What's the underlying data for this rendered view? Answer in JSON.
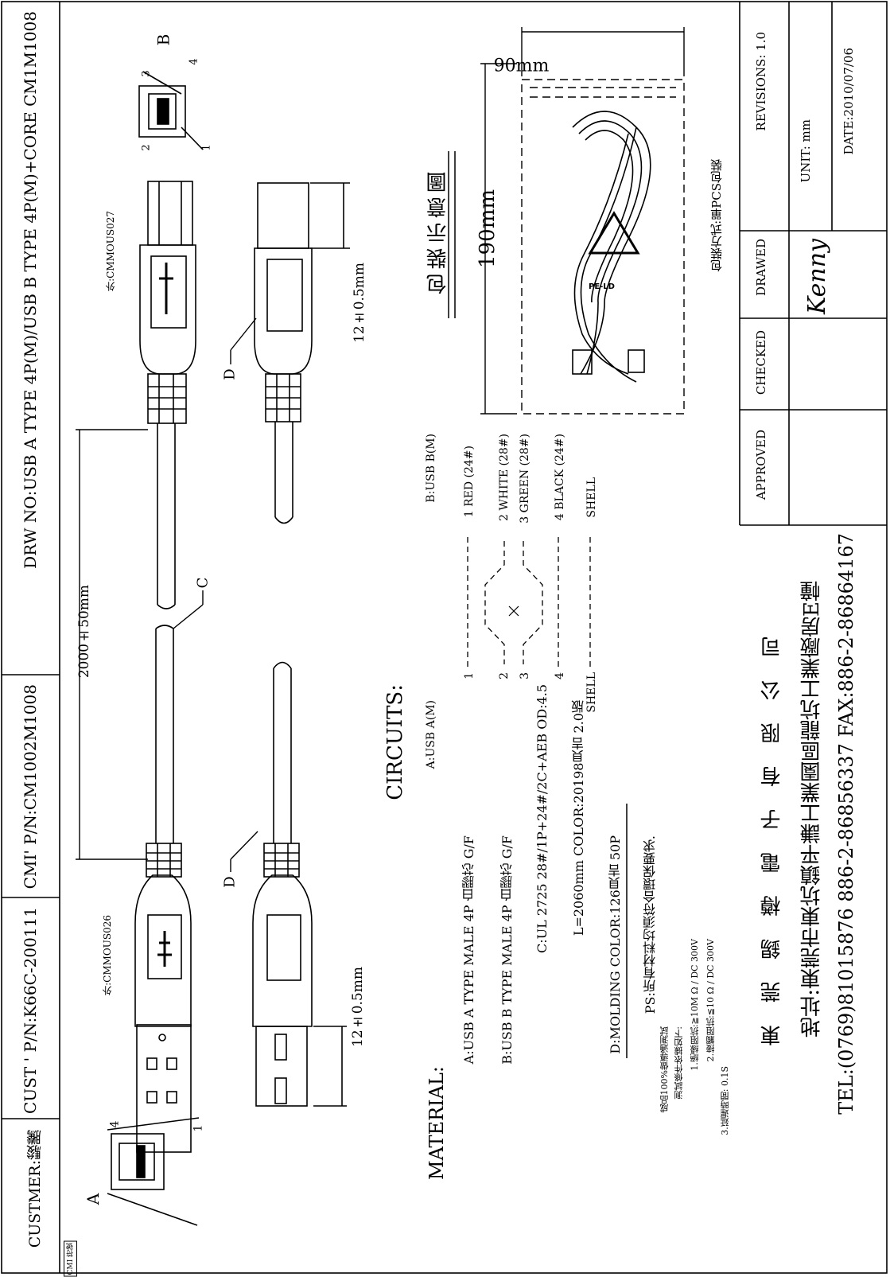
{
  "title_block": {
    "customer": "CUSTMER:駿騰",
    "cust_pn": "CUST ' P/N:K66C-200111",
    "cmi_pn": "CMI' P/N:CM1002M1008",
    "drw_no": "DRW NO:USB A TYPE 4P(M)/USB B TYPE 4P(M)+CORE CM1M1008"
  },
  "revision_block": {
    "approved_label": "APPROVED",
    "checked_label": "CHECKED",
    "drawed_label": "DRAWED",
    "revisions": "REVISIONS: 1.0",
    "unit": "UNIT: mm",
    "date": "DATE:2010/07/06",
    "drawer_signature": "Kenny"
  },
  "connectors": {
    "a_label": "A",
    "b_label": "B",
    "c_label": "C",
    "d_label": "D",
    "pin1": "1",
    "pin2": "2",
    "pin3": "3",
    "pin4": "4",
    "mold_a": "外:CMMOUS026",
    "mold_b": "外:CMMOUS027",
    "length": "2000±50mm",
    "dim_a": "12±0.5mm",
    "dim_b": "12±0.5mm",
    "corner_tag": "CMI 符號"
  },
  "material": {
    "heading": "MATERIAL:",
    "lines": [
      "A:USB A TYPE MALE 4P 白膠芯 G/F",
      "B:USB B TYPE MALE 4P 白膠芯 G/F",
      "C:UL 2725 28#/1P+24#/2C+AEB OD:4.5",
      "L=2060mm COLOR:20198貝吉 2.0版",
      "D:MOLDING COLOR:126貝吉 50P",
      "PS:所有材料均須符合環保要求."
    ],
    "test_lines": [
      "成品100%做導通測試",
      "測試條件依據如下:",
      "1.絕緣阻抗:≧10M Ω / DC 300V",
      "2.接觸阻抗:≦10 Ω / DC 300V",
      "3.延遲時間: 0.1S"
    ]
  },
  "circuits": {
    "heading": "CIRCUITS:",
    "left_header": "A:USB A(M)",
    "right_header": "B:USB B(M)",
    "left_pins": [
      "1",
      "2",
      "3",
      "4",
      "SHELL"
    ],
    "right_pins": [
      "1 RED (24#)",
      "2 WHITE (28#)",
      "3 GREEN (28#)",
      "4 BLACK (24#)",
      "SHELL"
    ]
  },
  "packaging": {
    "title": "包裝示意圖",
    "height": "190mm",
    "width": "90mm",
    "method": "包裝方式:單PCS包裝",
    "recycle_mark": "PE-LD"
  },
  "company": {
    "name": "東 莞 錫 樽 電 子 有 限 公 司",
    "address": "地址:東莞市東坑鎮平謙工業園區龍坑工業廠房E幢",
    "phone": "TEL:(0769)81015876  886-2-86856337  FAX:886-2-86864167"
  }
}
